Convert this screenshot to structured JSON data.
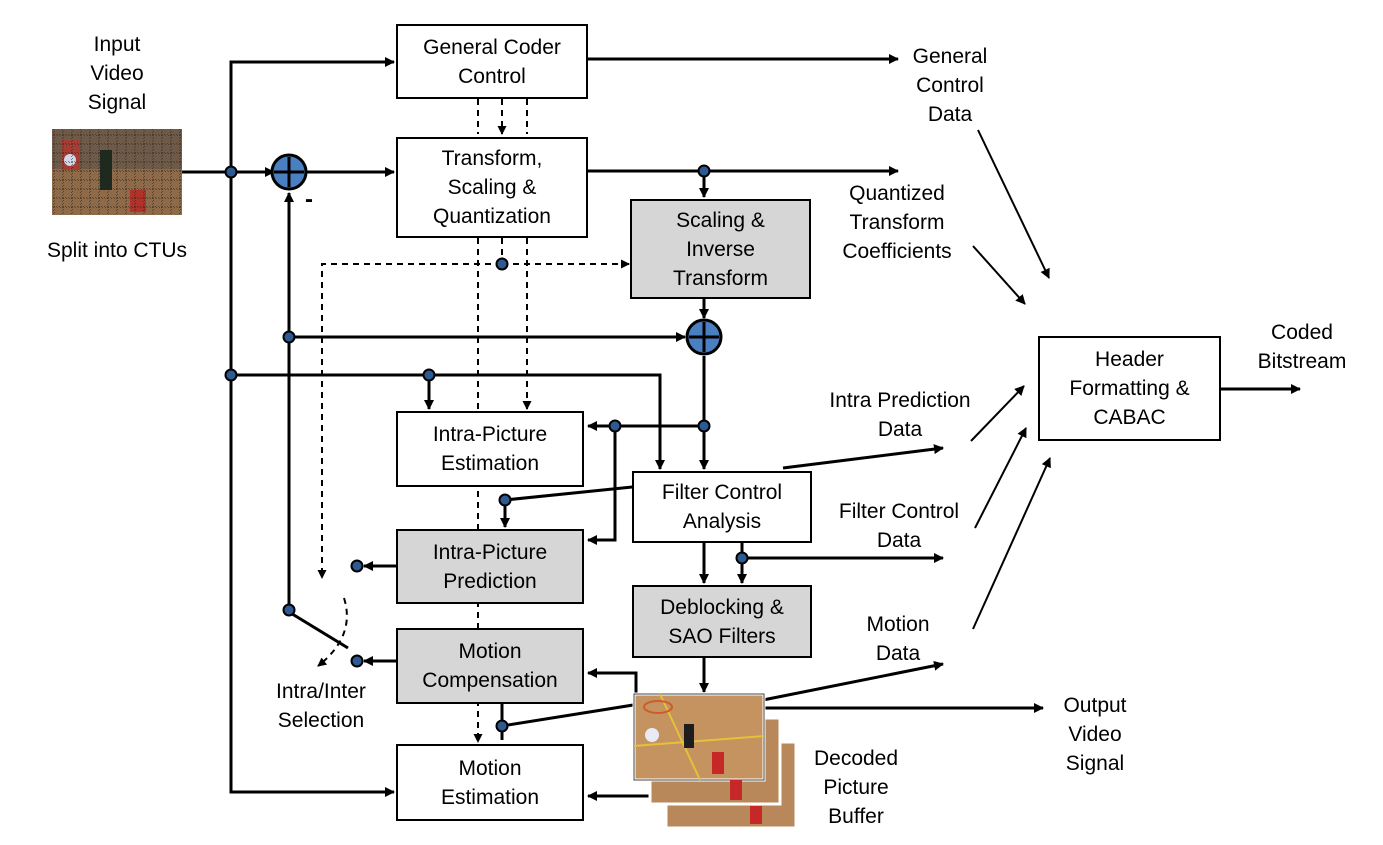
{
  "colors": {
    "line": "#000000",
    "box_fill": "#ffffff",
    "shaded_box_fill": "#d6d6d6",
    "adder_fill": "#4a7fc1",
    "node_fill": "#2e5a93"
  },
  "input": {
    "label": "Input\nVideo\nSignal",
    "split_label": "Split into CTUs"
  },
  "blocks": {
    "general_coder_control": "General Coder\nControl",
    "transform_scaling_quantization": "Transform,\nScaling &\nQuantization",
    "scaling_inverse_transform": "Scaling &\nInverse\nTransform",
    "intra_picture_estimation": "Intra-Picture\nEstimation",
    "filter_control_analysis": "Filter Control\nAnalysis",
    "intra_picture_prediction": "Intra-Picture\nPrediction",
    "deblocking_sao_filters": "Deblocking &\nSAO Filters",
    "motion_compensation": "Motion\nCompensation",
    "motion_estimation": "Motion\nEstimation",
    "header_formatting_cabac": "Header\nFormatting &\nCABAC"
  },
  "outputs": {
    "general_control_data": "General\nControl\nData",
    "quantized_transform_coefficients": "Quantized\nTransform\nCoefficients",
    "intra_prediction_data": "Intra Prediction\nData",
    "filter_control_data": "Filter Control\nData",
    "motion_data": "Motion\nData",
    "coded_bitstream": "Coded\nBitstream",
    "output_video_signal": "Output\nVideo\nSignal",
    "decoded_picture_buffer": "Decoded\nPicture\nBuffer"
  },
  "switch": {
    "label": "Intra/Inter\nSelection"
  },
  "adder": {
    "minus_sign": "-"
  }
}
